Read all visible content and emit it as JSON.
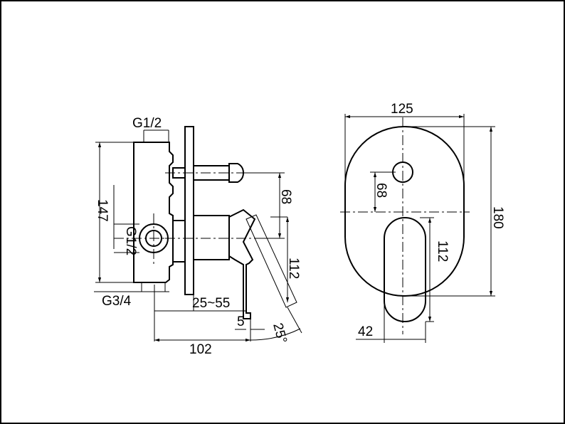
{
  "drawing": {
    "side_view": {
      "labels": {
        "inlet_top": "G1/2",
        "inlet_side": "G1/2",
        "outlet_bottom": "G3/4",
        "height_overall": "147",
        "spindle_offset": "68",
        "handle_length": "112",
        "wall_depth": "25~55",
        "plate_gap": "5",
        "depth_overall": "102",
        "handle_angle": "25°"
      }
    },
    "front_view": {
      "labels": {
        "plate_width": "125",
        "plate_height": "180",
        "spindle_offset": "68",
        "handle_length": "112",
        "handle_width": "42"
      }
    }
  }
}
